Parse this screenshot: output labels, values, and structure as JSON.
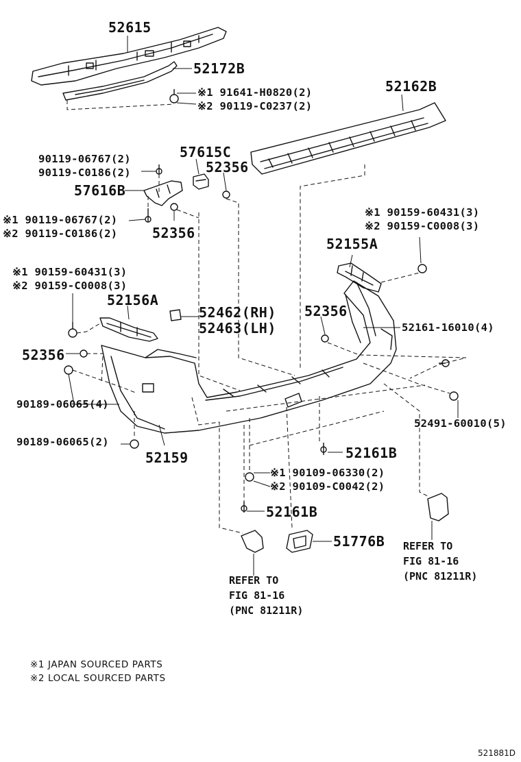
{
  "labels": {
    "p52615": "52615",
    "p52172b": "52172B",
    "p91641": "※1 91641-H0820(2)",
    "p90119_c0237": "※2 90119-C0237(2)",
    "p52162b": "52162B",
    "p90119_06767_top": "90119-06767(2)",
    "p90119_c0186_top": "90119-C0186(2)",
    "p57615c": "57615C",
    "p52356_a": "52356",
    "p57616b": "57616B",
    "p90119_06767_mid": "※1 90119-06767(2)",
    "p90119_c0186_mid": "※2 90119-C0186(2)",
    "p52356_b": "52356",
    "p90159_60431_r": "※1 90159-60431(3)",
    "p90159_c0008_r": "※2 90159-C0008(3)",
    "p52155a": "52155A",
    "p90159_60431_l": "※1 90159-60431(3)",
    "p90159_c0008_l": "※2 90159-C0008(3)",
    "p52156a": "52156A",
    "p52462": "52462(RH)",
    "p52463": "52463(LH)",
    "p52356_c": "52356",
    "p52161_16010": "52161-16010(4)",
    "p52356_d": "52356",
    "p90189_4": "90189-06065(4)",
    "p52491": "52491-60010(5)",
    "p90189_2": "90189-06065(2)",
    "p52159": "52159",
    "p52161b_a": "52161B",
    "p90109_06330": "※1 90109-06330(2)",
    "p90109_c0042": "※2 90109-C0042(2)",
    "p52161b_b": "52161B",
    "p51776b": "51776B"
  },
  "refer_right": [
    "REFER TO",
    "FIG 81-16",
    "(PNC 81211R)"
  ],
  "refer_left": [
    "REFER TO",
    "FIG 81-16",
    "(PNC 81211R)"
  ],
  "notes": [
    "※1 JAPAN SOURCED PARTS",
    "※2 LOCAL SOURCED PARTS"
  ],
  "drawing_code": "521881D"
}
